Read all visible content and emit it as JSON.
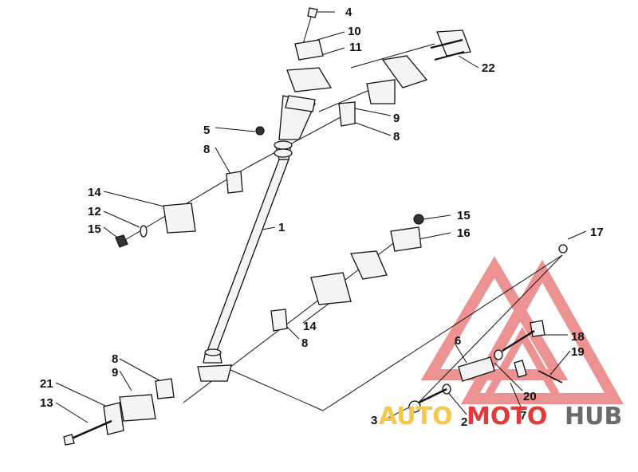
{
  "callouts": [
    {
      "id": "c4",
      "text": "4"
    },
    {
      "id": "c10",
      "text": "10"
    },
    {
      "id": "c11",
      "text": "11"
    },
    {
      "id": "c22",
      "text": "22"
    },
    {
      "id": "c5",
      "text": "5"
    },
    {
      "id": "c9a",
      "text": "9"
    },
    {
      "id": "c8a",
      "text": "8"
    },
    {
      "id": "c8b",
      "text": "8"
    },
    {
      "id": "c14a",
      "text": "14"
    },
    {
      "id": "c12",
      "text": "12"
    },
    {
      "id": "c15a",
      "text": "15"
    },
    {
      "id": "c1",
      "text": "1"
    },
    {
      "id": "c15b",
      "text": "15"
    },
    {
      "id": "c16",
      "text": "16"
    },
    {
      "id": "c17",
      "text": "17"
    },
    {
      "id": "c14b",
      "text": "14"
    },
    {
      "id": "c8c",
      "text": "8"
    },
    {
      "id": "c18",
      "text": "18"
    },
    {
      "id": "c6",
      "text": "6"
    },
    {
      "id": "c19",
      "text": "19"
    },
    {
      "id": "c8d",
      "text": "8"
    },
    {
      "id": "c9b",
      "text": "9"
    },
    {
      "id": "c20",
      "text": "20"
    },
    {
      "id": "c21",
      "text": "21"
    },
    {
      "id": "c13",
      "text": "13"
    },
    {
      "id": "c7",
      "text": "7"
    },
    {
      "id": "c2",
      "text": "2"
    },
    {
      "id": "c3",
      "text": "3"
    }
  ],
  "watermark": {
    "part1": "AUTO",
    "part2": "MOTO",
    "part3": "HUB",
    "colors": {
      "yellow": "#f2c94c",
      "red": "#e03a3a",
      "gray": "#6b6b6b"
    }
  }
}
